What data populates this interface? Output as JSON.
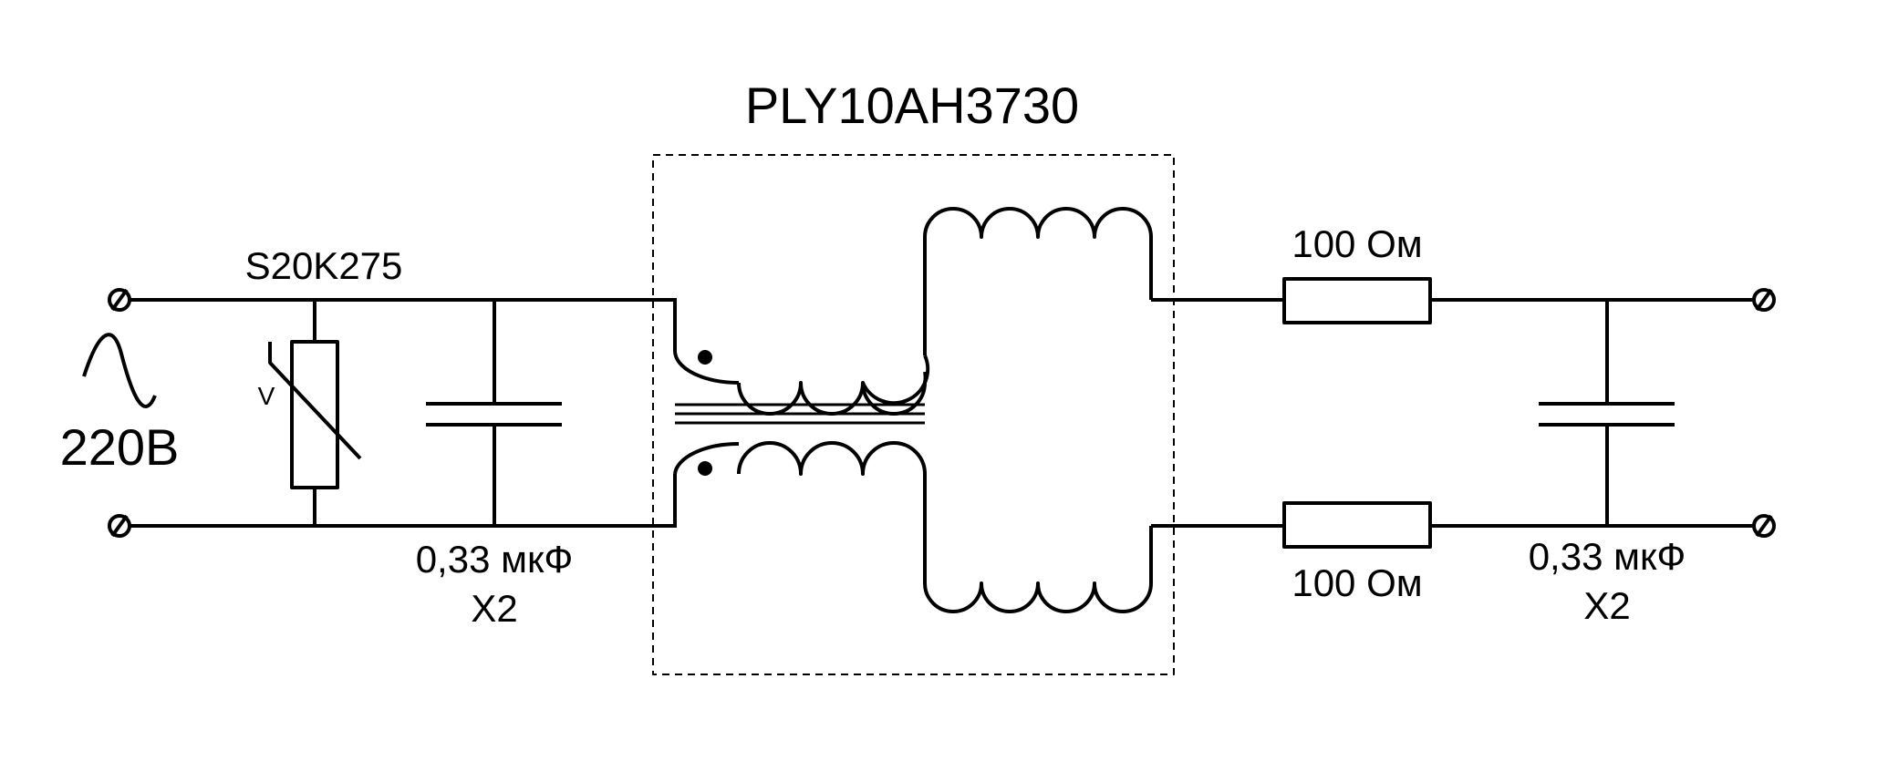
{
  "module_label": "PLY10AH3730",
  "varistor_label": "S20K275",
  "varistor_marker": "V",
  "source_voltage": "220В",
  "capacitor_left": {
    "value": "0,33 мкФ",
    "class": "X2"
  },
  "capacitor_right": {
    "value": "0,33 мкФ",
    "class": "X2"
  },
  "resistor_top": {
    "value": "100 Ом"
  },
  "resistor_bottom": {
    "value": "100 Ом"
  },
  "colors": {
    "line": "#000000",
    "background": "#ffffff"
  },
  "icons": {
    "terminals": "screw-terminal-icon",
    "source": "ac-sine-icon",
    "winding_dot": "polarity-dot-icon"
  }
}
